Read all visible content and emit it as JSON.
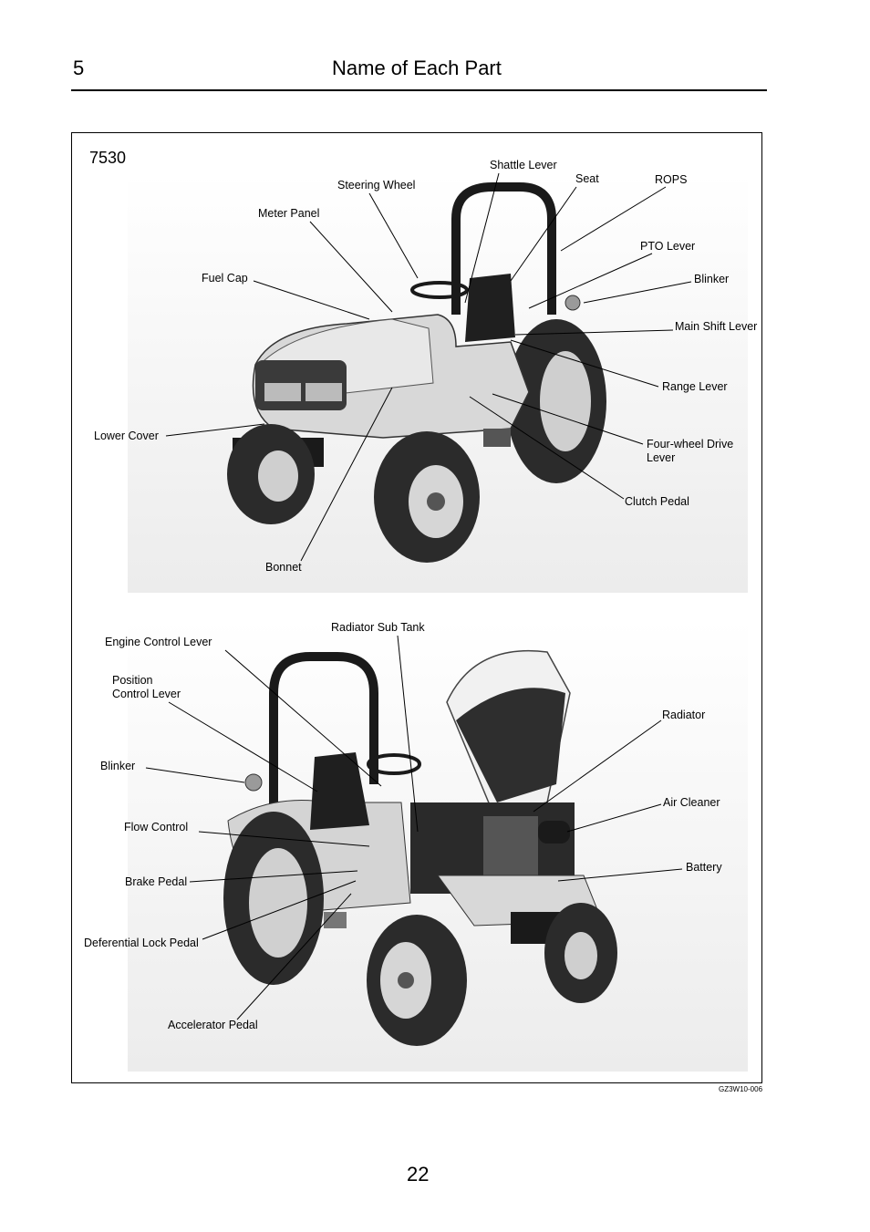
{
  "header": {
    "chapter_number": "5",
    "chapter_title": "Name of Each Part"
  },
  "figure": {
    "model": "7530",
    "figure_code": "GZ3W10-006",
    "top_labels": {
      "shattle_lever": "Shattle Lever",
      "seat": "Seat",
      "rops": "ROPS",
      "steering_wheel": "Steering Wheel",
      "meter_panel": "Meter Panel",
      "pto_lever": "PTO Lever",
      "fuel_cap": "Fuel Cap",
      "blinker": "Blinker",
      "main_shift_lever": "Main Shift Lever",
      "range_lever": "Range Lever",
      "lower_cover": "Lower Cover",
      "four_wheel_drive_lever": "Four-wheel Drive\nLever",
      "clutch_pedal": "Clutch Pedal",
      "bonnet": "Bonnet"
    },
    "bottom_labels": {
      "radiator_sub_tank": "Radiator Sub Tank",
      "engine_control_lever": "Engine Control Lever",
      "position_control_lever": "Position\nControl Lever",
      "radiator": "Radiator",
      "blinker": "Blinker",
      "air_cleaner": "Air Cleaner",
      "flow_control": "Flow Control",
      "battery": "Battery",
      "brake_pedal": "Brake Pedal",
      "deferential_lock_pedal": "Deferential Lock Pedal",
      "accelerator_pedal": "Accelerator Pedal"
    }
  },
  "footer": {
    "page_number": "22"
  }
}
